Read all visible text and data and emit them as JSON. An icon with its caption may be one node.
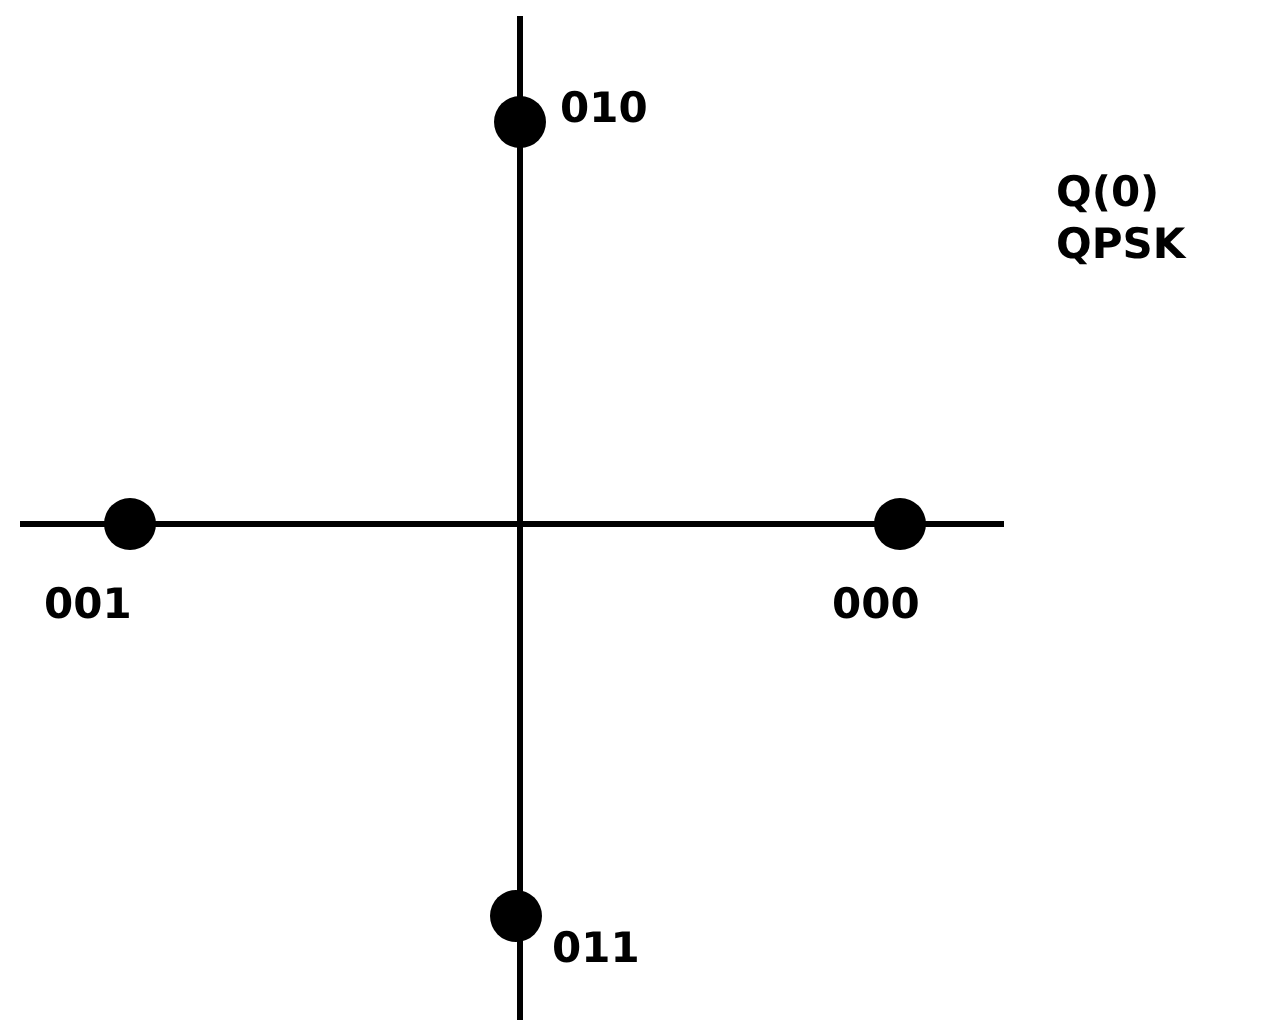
{
  "diagram": {
    "labels": [
      "010",
      "Q(0)",
      "QPSK",
      "001",
      "000",
      "011"
    ]
  }
}
